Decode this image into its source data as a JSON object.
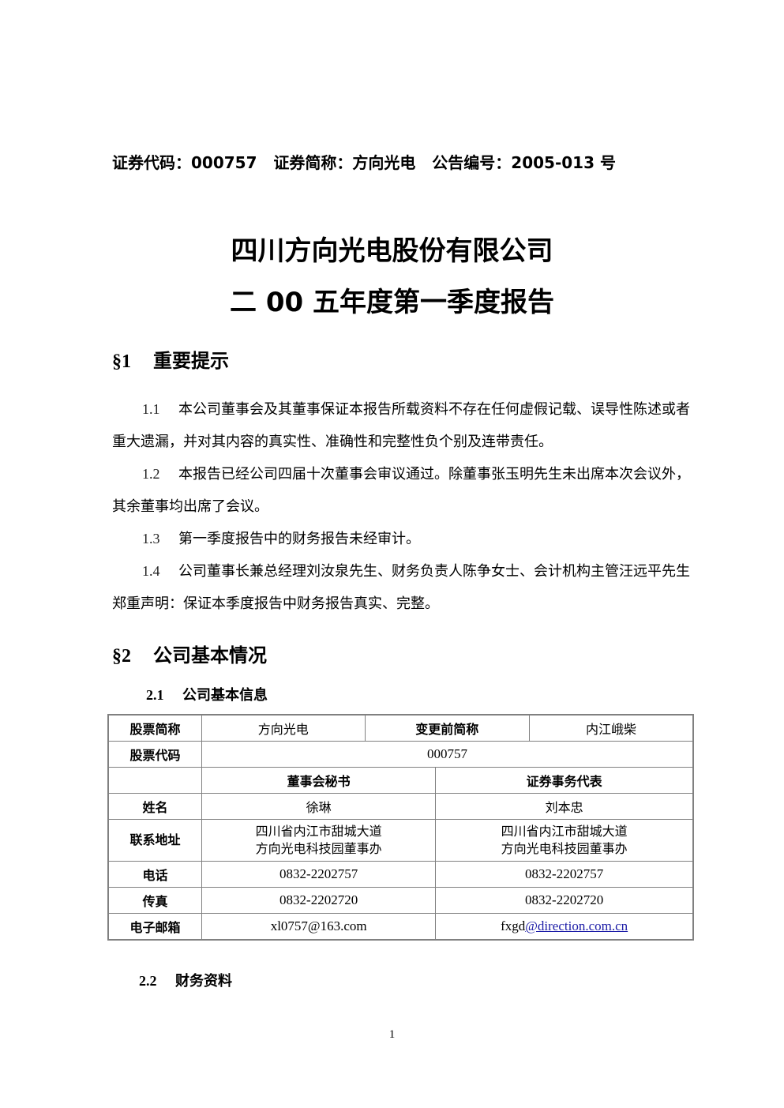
{
  "header": {
    "code_label": "证券代码：000757",
    "short_label": "证券简称：方向光电",
    "notice_label": "公告编号：2005-013 号"
  },
  "title": {
    "line1": "四川方向光电股份有限公司",
    "line2": "二 00 五年度第一季度报告"
  },
  "section1": {
    "num": "§1",
    "title": "重要提示",
    "items": [
      {
        "num": "1.1",
        "text": "本公司董事会及其董事保证本报告所载资料不存在任何虚假记载、误导性陈述或者重大遗漏，并对其内容的真实性、准确性和完整性负个别及连带责任。"
      },
      {
        "num": "1.2",
        "text": "本报告已经公司四届十次董事会审议通过。除董事张玉明先生未出席本次会议外，其余董事均出席了会议。"
      },
      {
        "num": "1.3",
        "text": "第一季度报告中的财务报告未经审计。"
      },
      {
        "num": "1.4",
        "text": "公司董事长兼总经理刘汝泉先生、财务负责人陈争女士、会计机构主管汪远平先生郑重声明：保证本季度报告中财务报告真实、完整。"
      }
    ]
  },
  "section2": {
    "num": "§2",
    "title": "公司基本情况",
    "sub1": {
      "num": "2.1",
      "title": "公司基本信息"
    },
    "sub2": {
      "num": "2.2",
      "title": "财务资料"
    }
  },
  "table": {
    "stock_short_label": "股票简称",
    "stock_short_value": "方向光电",
    "prev_short_label": "变更前简称",
    "prev_short_value": "内江峨柴",
    "stock_code_label": "股票代码",
    "stock_code_value": "000757",
    "col_secretary": "董事会秘书",
    "col_rep": "证券事务代表",
    "name_label": "姓名",
    "name_secretary": "徐琳",
    "name_rep": "刘本忠",
    "address_label": "联系地址",
    "address_secretary_1": "四川省内江市甜城大道",
    "address_secretary_2": "方向光电科技园董事办",
    "address_rep_1": "四川省内江市甜城大道",
    "address_rep_2": "方向光电科技园董事办",
    "phone_label": "电话",
    "phone_secretary": "0832-2202757",
    "phone_rep": "0832-2202757",
    "fax_label": "传真",
    "fax_secretary": "0832-2202720",
    "fax_rep": "0832-2202720",
    "email_label": "电子邮箱",
    "email_secretary": "xl0757@163.com",
    "email_rep_prefix": "fxgd",
    "email_rep_link": "@direction.com.cn"
  },
  "page_number": "1"
}
